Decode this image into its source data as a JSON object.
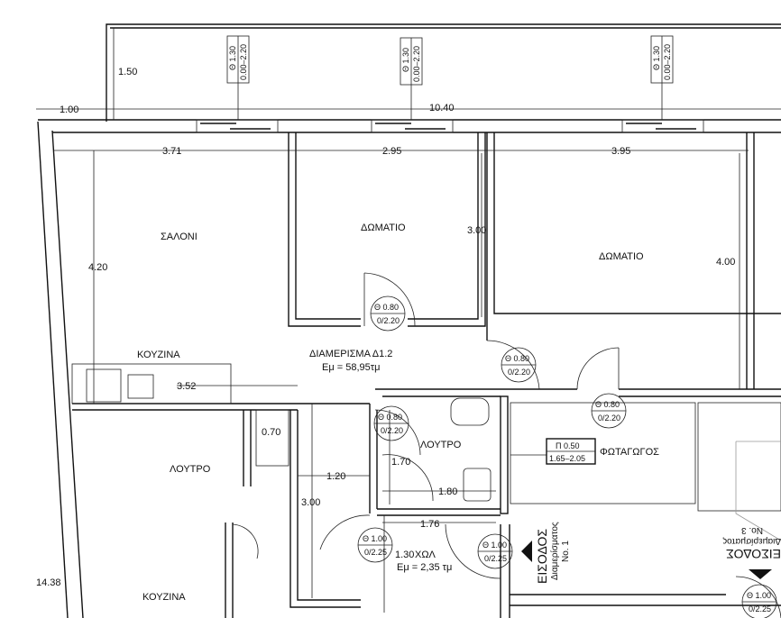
{
  "dimensions": {
    "balcony_depth": "1.50",
    "left_offset": "1.00",
    "total_width": "10.40",
    "salon_width": "3.71",
    "room1_width": "2.95",
    "room2_width": "3.95",
    "room1_depth": "3.00",
    "room2_depth": "4.00",
    "salon_depth": "4.20",
    "kitchen_length": "3.52",
    "shaft": "0.70",
    "hall_width": "1.20",
    "bath_depth": "1.70",
    "bath_width": "1.80",
    "hall_depth": "3.00",
    "entry_width": "1.76",
    "entry_depth": "1.30",
    "building_depth": "14.38"
  },
  "rooms": {
    "salon": "ΣΑΛΟΝΙ",
    "room1": "ΔΩΜΑΤΙΟ",
    "room2": "ΔΩΜΑΤΙΟ",
    "kitchen": "ΚΟΥΖΙΝΑ",
    "apartment_title": "ΔΙΑΜΕΡΙΣΜΑ Δ1.2",
    "apartment_area": "Eμ = 58,95τμ",
    "bath": "ΛΟΥΤΡΟ",
    "bath_left": "ΛΟΥΤΡΟ",
    "lightwell": "ΦΩΤΑΓΩΓΟΣ",
    "hall": "ΧΩΛ",
    "hall_area": "Eμ = 2,35 τμ",
    "kitchen_bottom": "ΚΟΥΖΙΝΑ",
    "entrance": "ΕΙΣΟΔΟΣ",
    "entrance_sub": "Διαμερίσματος",
    "entrance_no": "No. 1",
    "entrance3": "ΕΙΣΟΔΟΣ",
    "entrance3_sub": "Διαμερίσματος",
    "entrance3_no": "No. 3"
  },
  "window_tags": [
    {
      "top": "Θ 1.30",
      "bottom": "0.00–2.20"
    },
    {
      "top": "Θ 1.30",
      "bottom": "0.00–2.20"
    },
    {
      "top": "Θ 1.30",
      "bottom": "0.00–2.20"
    }
  ],
  "door_tags": [
    {
      "top": "Θ 0.80",
      "bottom": "0/2.20"
    },
    {
      "top": "Θ 0.80",
      "bottom": "0/2.20"
    },
    {
      "top": "Θ 0.80",
      "bottom": "0/2.20"
    },
    {
      "top": "Θ 0.80",
      "bottom": "0/2.20"
    },
    {
      "top": "Θ 1.00",
      "bottom": "0/2.25"
    },
    {
      "top": "Θ 1.00",
      "bottom": "0/2.25"
    },
    {
      "top": "Θ 1.00",
      "bottom": "0/2.25"
    }
  ],
  "lightwell_window": {
    "top": "Π 0.50",
    "bottom": "1.65–2.05"
  }
}
